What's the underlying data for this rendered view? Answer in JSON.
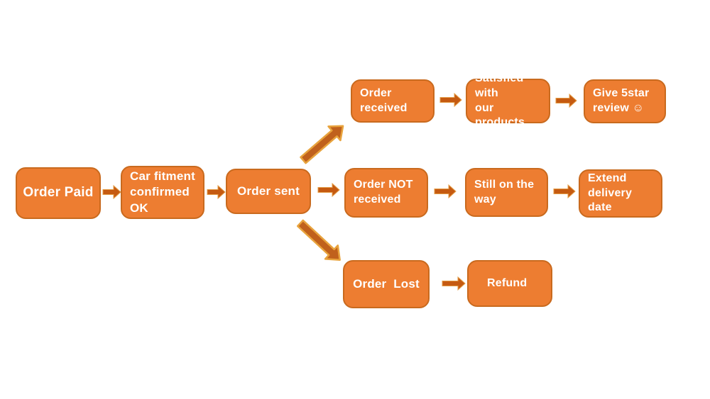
{
  "diagram": {
    "colors": {
      "background": "#FFFFFF",
      "node_fill": "#ED7D31",
      "node_border": "#C96A1E",
      "node_text": "#FFFFFF",
      "connector_arrow": "#C55A11",
      "branch_arrow_fill": "#C0611C",
      "branch_arrow_outline": "#E8A33D"
    },
    "nodes": [
      {
        "id": "order-paid",
        "label": "Order Paid"
      },
      {
        "id": "car-fitment-confirmed",
        "label": "Car fitment\nconfirmed OK"
      },
      {
        "id": "order-sent",
        "label": "Order sent"
      },
      {
        "id": "order-received",
        "label": "Order\nreceived"
      },
      {
        "id": "satisfied-with-products",
        "label": "Satisfied with\nour products"
      },
      {
        "id": "give-5star-review",
        "label": "Give 5star\nreview ☺"
      },
      {
        "id": "order-not-received",
        "label": "Order NOT\nreceived"
      },
      {
        "id": "still-on-the-way",
        "label": "Still on the\nway"
      },
      {
        "id": "extend-delivery-date",
        "label": "Extend\ndelivery date"
      },
      {
        "id": "order-lost",
        "label": "Order  Lost"
      },
      {
        "id": "refund",
        "label": "Refund"
      }
    ],
    "edges": [
      {
        "from": "order-paid",
        "to": "car-fitment-confirmed",
        "style": "small-right"
      },
      {
        "from": "car-fitment-confirmed",
        "to": "order-sent",
        "style": "small-right"
      },
      {
        "from": "order-sent",
        "to": "order-received",
        "style": "thick-diagonal-up"
      },
      {
        "from": "order-sent",
        "to": "order-not-received",
        "style": "small-right"
      },
      {
        "from": "order-sent",
        "to": "order-lost",
        "style": "thick-diagonal-down"
      },
      {
        "from": "order-received",
        "to": "satisfied-with-products",
        "style": "small-right"
      },
      {
        "from": "satisfied-with-products",
        "to": "give-5star-review",
        "style": "small-right"
      },
      {
        "from": "order-not-received",
        "to": "still-on-the-way",
        "style": "small-right"
      },
      {
        "from": "still-on-the-way",
        "to": "extend-delivery-date",
        "style": "small-right"
      },
      {
        "from": "order-lost",
        "to": "refund",
        "style": "small-right"
      }
    ]
  }
}
